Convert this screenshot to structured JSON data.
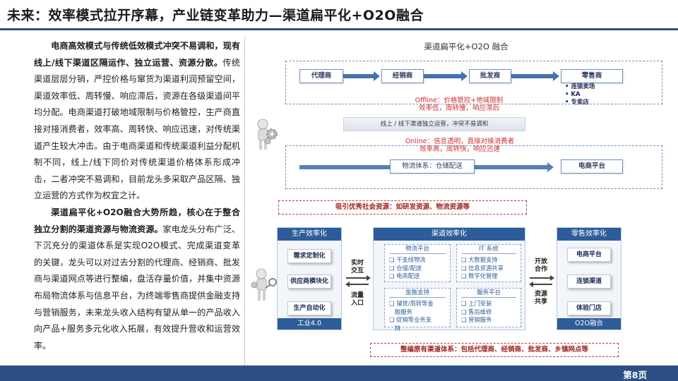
{
  "title": "未来：效率模式拉开序幕，产业链变革助力—渠道扁平化+O2O融合",
  "body": {
    "p1_bold": "电商高效模式与传统低效模式冲突不易调和，现有线上/线下渠道区隔运作、独立运营、资源分散。",
    "p1_text": "传统渠道层层分销，严控价格与窜货为渠道利润预留空间，渠道效率低、周转慢、响应滞后，资源在各级渠道间平均分配。电商渠道打破地域限制与价格管控，生产商直接对接消费者，效率高、周转快、响应迅速，对传统渠道产生较大冲击。由于电商渠道和传统渠道利益分配机制不同，线上/线下同价对传统渠道价格体系形成冲击，二者冲突不易调和，目前龙头多采取产品区隔、独立运营的方式作为权宜之计。",
    "p2_bold": "渠道扁平化+O2O融合大势所趋，核心在于整合独立分割的渠道资源与物流资源。",
    "p2_text": "家电龙头分布广泛、下沉充分的渠道体系是实现O2O模式、完成渠道变革的关键，龙头可以对过去分割的代理商、经销商、批发商与渠道网点等进行整编，盘活存量价值，并集中资源布局物流体系与信息平台，为终端零售商提供金融支持与营销服务，未来龙头收入结构有望从单一的产品收入向产品+服务多元化收入拓展，有效提升营收和运营效率。"
  },
  "diagram": {
    "title": "渠道扁平化+O2O 融合",
    "offline_chain": [
      "代理商",
      "经销商",
      "批发商",
      "零售商"
    ],
    "retail_bullets": [
      "连锁卖场",
      "KA",
      "专卖店"
    ],
    "offline_note": [
      "Offline：价格管控+地域限制",
      "效率低，周转慢，响应滞后"
    ],
    "band_text": "线上 / 线下渠道独立运营，冲突不易调和",
    "online_note": [
      "Online：信息透明，直接对接消费者",
      "效率高，周转快，响应迅速"
    ],
    "online_logistics": "物流体系：仓储配送",
    "online_platform": "电商平台",
    "attract_text": "吸引优秀社会资源：如研发资源、物流资源等",
    "production": {
      "head": "生产效率化",
      "items": [
        "需求定制化",
        "供应商模块化",
        "生产自动化"
      ],
      "foot": "工业4.0"
    },
    "channel": {
      "head": "渠道效率化",
      "logistics": {
        "head": "物流平台",
        "items": [
          "干支线物流",
          "仓储/配送",
          "电商配送"
        ]
      },
      "it": {
        "head": "IT 系统",
        "items": [
          "大数据支持",
          "信息资源共享",
          "数字化管理"
        ]
      },
      "finance": {
        "head": "金融支持",
        "items": [
          "铺货/周转等金",
          "融服务",
          "促销等业务支",
          "持"
        ]
      },
      "service": {
        "head": "服务平台",
        "items": [
          "上门安装",
          "售后维修",
          "营销服务"
        ]
      }
    },
    "retail": {
      "head": "零售效率化",
      "items": [
        "电商平台",
        "连锁渠道",
        "体验门店"
      ],
      "foot": "O2O融合"
    },
    "left_labels": {
      "top": [
        "实时",
        "交互"
      ],
      "bottom": [
        "流量",
        "入口"
      ]
    },
    "right_labels": {
      "top": [
        "开放",
        "合作"
      ],
      "bottom": [
        "资源",
        "共享"
      ]
    },
    "consolidate_text": "整编原有渠道体系：包括代理商、经销商、批发商、乡镇网点等"
  },
  "page_number": "第8页",
  "colors": {
    "primary": "#2c4f86",
    "accent_red": "#d22c2c",
    "arrow_blue": "#4472b0"
  }
}
